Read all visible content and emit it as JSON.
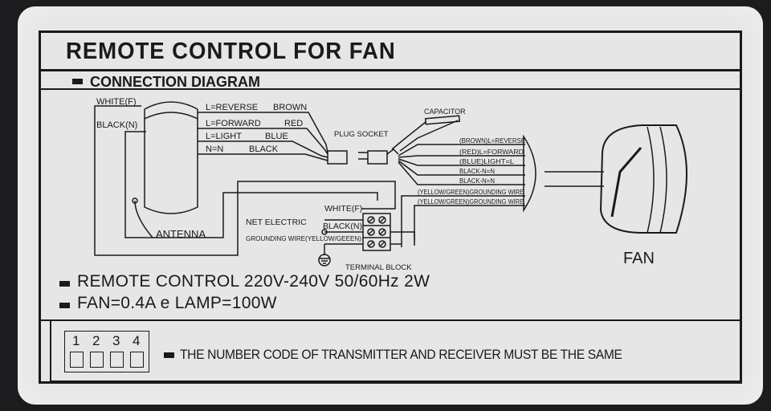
{
  "title": "REMOTE CONTROL FOR FAN",
  "subtitle": "CONNECTION DIAGRAM",
  "receiver": {
    "in_labels": [
      "WHITE(F)",
      "BLACK(N)"
    ],
    "outputs": [
      {
        "code": "L=REVERSE",
        "color": "BROWN"
      },
      {
        "code": "L=FORWARD",
        "color": "RED"
      },
      {
        "code": "L=LIGHT",
        "color": "BLUE"
      },
      {
        "code": "N=N",
        "color": "BLACK"
      }
    ],
    "antenna": "ANTENNA"
  },
  "plug_socket": "PLUG SOCKET",
  "capacitor": "CAPACITOR",
  "fan_wires": [
    "(BROWN)L=REVERSE",
    "(RED)L=FORWARD",
    "(BLUE)LIGHT=L",
    "BLACK-N=N",
    "BLACK-N=N",
    "(YELLOW/GREEN)GROUNDING WIRE",
    "(YELLOW/GREEN)GROUNDING WIRE"
  ],
  "terminal": {
    "inputs": [
      "WHITE(F)",
      "BLACK(N)",
      "GROUNDING WIRE(YELLOW/GEEEN)"
    ],
    "net_electric": "NET ELECTRIC",
    "label": "TERMINAL BLOCK"
  },
  "fan_label": "FAN",
  "specs": [
    "REMOTE CONTROL 220V-240V 50/60Hz 2W",
    "FAN=0.4A e LAMP=100W"
  ],
  "dip_switch": {
    "numbers": [
      "1",
      "2",
      "3",
      "4"
    ]
  },
  "note": "THE NUMBER CODE OF TRANSMITTER AND RECEIVER MUST BE THE SAME"
}
